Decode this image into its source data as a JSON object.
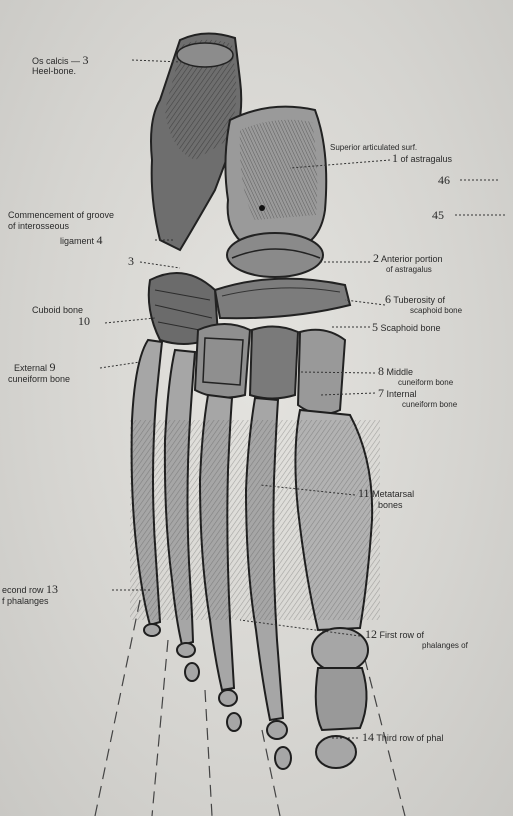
{
  "labels": {
    "os_calcis": "Os calcis —",
    "os_calcis_num": "3",
    "heel_bone": "Heel-bone.",
    "sup_artic_1": "Superior articulated surf.",
    "sup_artic_num": "1",
    "sup_artic_2": "of astragalus",
    "num_46": "46",
    "num_45": "45",
    "groove_1": "Commencement of groove",
    "groove_2": "of interosseous",
    "groove_3": "ligament",
    "groove_num": "4",
    "num_3b": "3",
    "ant_portion_num": "2",
    "ant_portion_1": "Anterior portion",
    "ant_portion_2": "of astragalus",
    "cuboid": "Cuboid bone",
    "cuboid_num": "10",
    "tuberosity_num": "6",
    "tuberosity_1": "Tuberosity of",
    "tuberosity_2": "scaphoid bone",
    "scaphoid_num": "5",
    "scaphoid": "Scaphoid bone",
    "external_1": "External",
    "external_num": "9",
    "external_2": "cuneiform bone",
    "middle_num": "8",
    "middle_1": "Middle",
    "middle_2": "cuneiform bone",
    "internal_num": "7",
    "internal_1": "Internal",
    "internal_2": "cuneiform bone",
    "metatarsal_num": "11",
    "metatarsal_1": "Metatarsal",
    "metatarsal_2": "bones",
    "second_row_1": "econd row",
    "second_row_num": "13",
    "second_row_2": "f phalanges",
    "first_row_num": "12",
    "first_row_1": "First row of",
    "first_row_2": "phalanges of",
    "third_row_num": "14",
    "third_row": "Third row of phal"
  }
}
